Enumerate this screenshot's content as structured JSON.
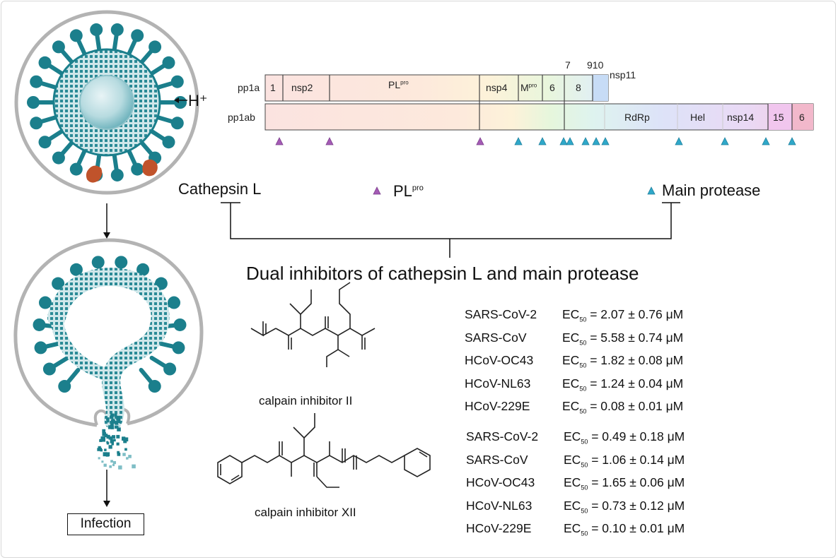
{
  "polyprotein": {
    "pp1a_label": "pp1a",
    "pp1ab_label": "pp1ab",
    "pp1a_segments": [
      "1",
      "nsp2",
      "PLpro",
      "nsp4",
      "Mpro",
      "6",
      "8",
      "nsp11"
    ],
    "top_numbers": [
      "7",
      "910"
    ],
    "pp1ab_segments": [
      "RdRp",
      "Hel",
      "nsp14",
      "15",
      "6"
    ],
    "plpro_sup": "pro",
    "mpro_sup": "pro"
  },
  "virus": {
    "proton_label": "H⁺"
  },
  "legend": {
    "cathepsin": "Cathepsin L",
    "plpro": "PL",
    "plpro_sup": "pro",
    "main_protease": "Main protease"
  },
  "title": "Dual inhibitors of cathepsin L and main protease",
  "infection_label": "Infection",
  "compounds": [
    {
      "name": "calpain inhibitor II",
      "results": [
        {
          "virus": "SARS-CoV-2",
          "ec": "EC",
          "ec_sub": "50",
          "value": "= 2.07 ± 0.76 μM"
        },
        {
          "virus": "SARS-CoV",
          "ec": "EC",
          "ec_sub": "50",
          "value": "= 5.58 ± 0.74 μM"
        },
        {
          "virus": "HCoV-OC43",
          "ec": "EC",
          "ec_sub": "50",
          "value": "= 1.82 ± 0.08 μM"
        },
        {
          "virus": "HCoV-NL63",
          "ec": "EC",
          "ec_sub": "50",
          "value": "= 1.24 ± 0.04 μM"
        },
        {
          "virus": "HCoV-229E",
          "ec": "EC",
          "ec_sub": "50",
          "value": "= 0.08 ± 0.01 μM"
        }
      ]
    },
    {
      "name": "calpain inhibitor XII",
      "results": [
        {
          "virus": "SARS-CoV-2",
          "ec": "EC",
          "ec_sub": "50",
          "value": "= 0.49 ± 0.18 μM"
        },
        {
          "virus": "SARS-CoV",
          "ec": "EC",
          "ec_sub": "50",
          "value": "= 1.06 ± 0.14 μM"
        },
        {
          "virus": "HCoV-OC43",
          "ec": "EC",
          "ec_sub": "50",
          "value": "= 1.65 ± 0.06 μM"
        },
        {
          "virus": "HCoV-NL63",
          "ec": "EC",
          "ec_sub": "50",
          "value": "= 0.73 ± 0.12 μM"
        },
        {
          "virus": "HCoV-229E",
          "ec": "EC",
          "ec_sub": "50",
          "value": "= 0.10 ± 0.01 μM"
        }
      ]
    }
  ],
  "colors": {
    "virus_teal": "#1b7f8c",
    "virus_light": "#9fcfd3",
    "cell_gray": "#b3b3b3",
    "receptor_orange": "#c0532b",
    "plpro_marker": "#a45bb5",
    "mpro_marker": "#2fa8c9"
  }
}
